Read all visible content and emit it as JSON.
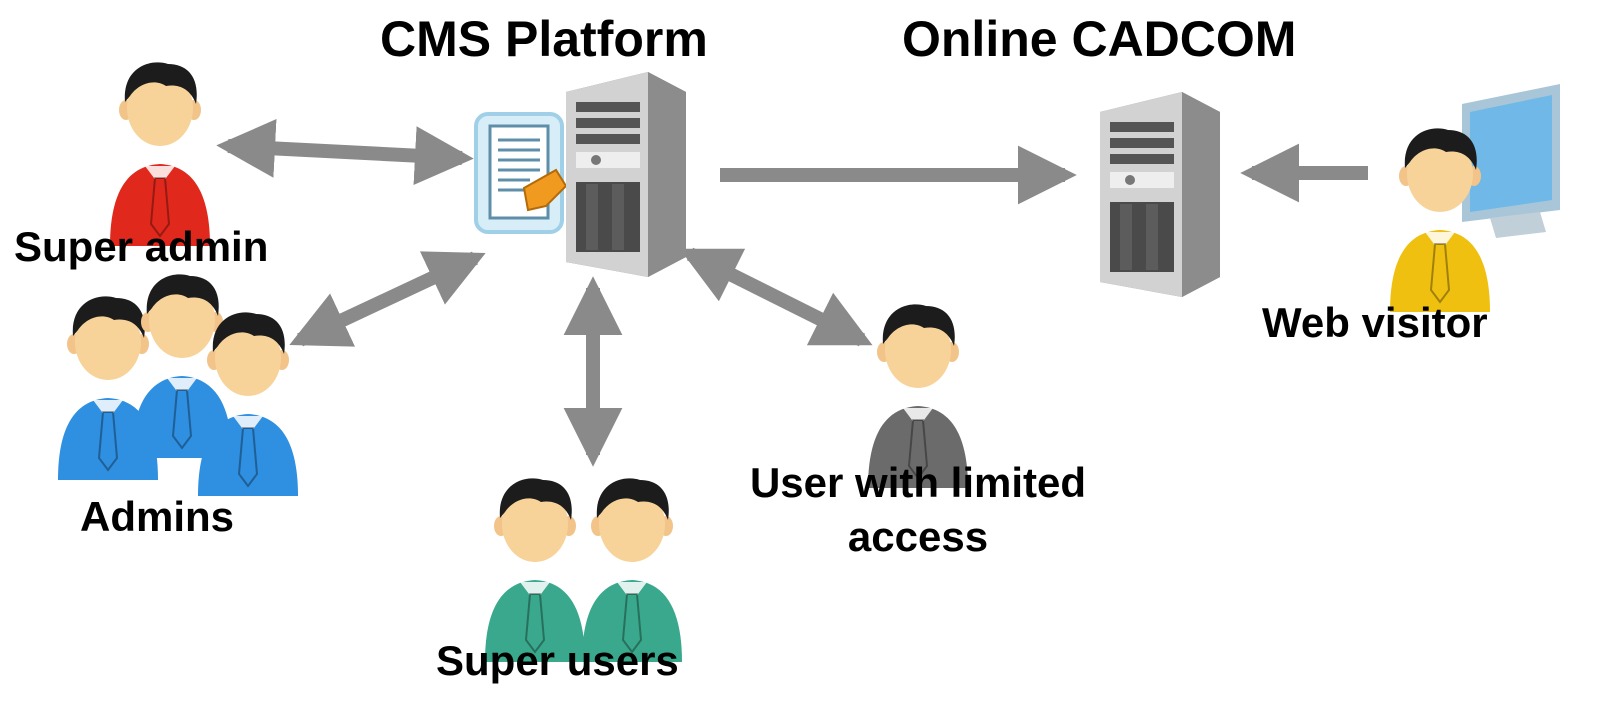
{
  "titles": {
    "cms_platform": "CMS Platform",
    "online_cadcom": "Online CADCOM"
  },
  "roles": {
    "super_admin": "Super admin",
    "admins": "Admins",
    "super_users": "Super users",
    "limited_user_line1": "User with limited",
    "limited_user_line2": "access",
    "web_visitor": "Web visitor"
  },
  "colors": {
    "arrow": "#8a8a8a",
    "super_admin_shirt": "#e0281c",
    "admins_shirt": "#2f8fe0",
    "super_users_shirt": "#3aa88c",
    "limited_user_shirt": "#6b6b6b",
    "web_visitor_shirt": "#f0c010",
    "skin": "#f7d39a",
    "hair": "#1c1c1c",
    "server_body": "#c8c8c8",
    "document_icon": "#9fd0e8",
    "monitor_screen": "#6fb8e8"
  },
  "icons": [
    "server-icon",
    "document-edit-icon",
    "person-icon",
    "monitor-icon"
  ]
}
